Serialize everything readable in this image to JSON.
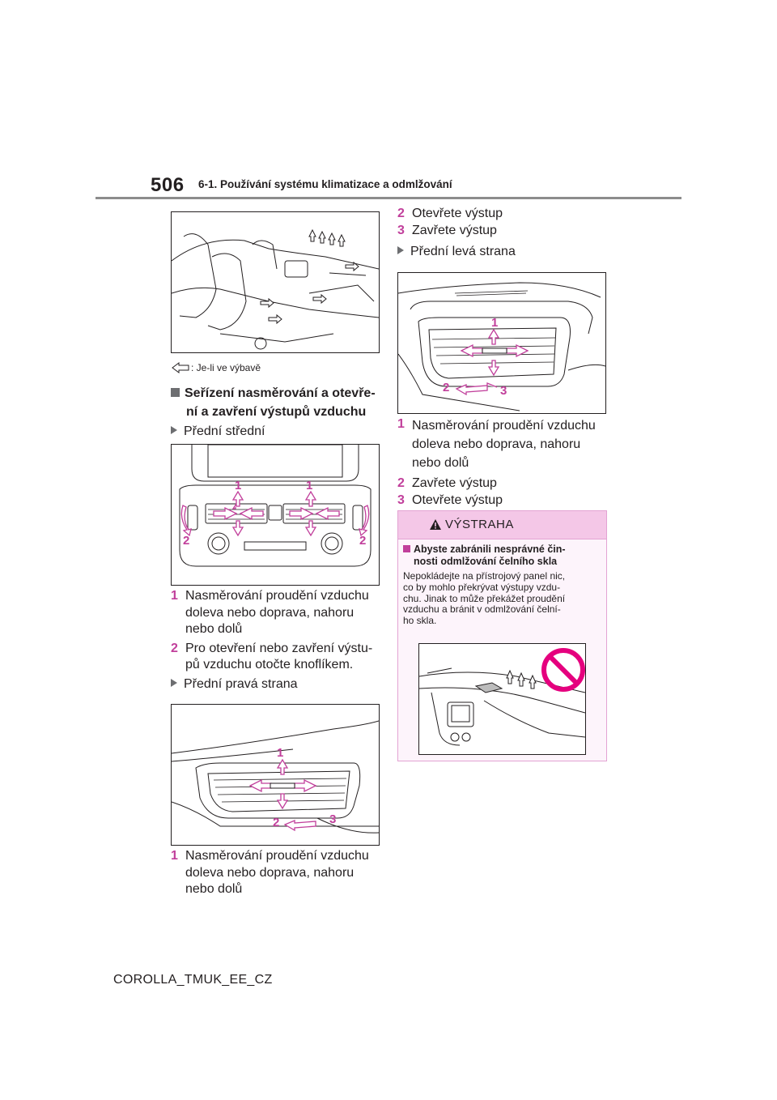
{
  "header": {
    "page_number": "506",
    "chapter": "6-1. Používání systému klimatizace a odmlžování"
  },
  "figures": {
    "legend": ": Je-li ve výbavě",
    "center": {
      "labels": [
        "1",
        "1",
        "2",
        "2"
      ]
    },
    "right": {
      "labels": [
        "1",
        "2",
        "3"
      ]
    },
    "left": {
      "labels": [
        "1",
        "2",
        "3"
      ]
    }
  },
  "left_column": {
    "heading_line1": "Seřízení nasměrování a otevře-",
    "heading_line2": "ní a zavření výstupů vzduchu",
    "sub_center": "Přední střední",
    "center_items": [
      {
        "num": "1",
        "lines": [
          "Nasměrování proudění vzduchu",
          "doleva nebo doprava, nahoru",
          "nebo dolů"
        ]
      },
      {
        "num": "2",
        "lines": [
          "Pro otevření nebo zavření výstu-",
          "pů vzduchu otočte knoflíkem."
        ]
      }
    ],
    "sub_right": "Přední pravá strana",
    "right_items": [
      {
        "num": "1",
        "lines": [
          "Nasměrování proudění vzduchu",
          "doleva nebo doprava, nahoru",
          "nebo dolů"
        ]
      }
    ]
  },
  "right_column": {
    "cont_items": [
      {
        "num": "2",
        "text": "Otevřete výstup"
      },
      {
        "num": "3",
        "text": "Zavřete výstup"
      }
    ],
    "sub_left": "Přední levá strana",
    "left_items": [
      {
        "num": "1",
        "lines": [
          "Nasměrování proudění vzduchu",
          "doleva nebo doprava, nahoru",
          "nebo dolů"
        ]
      },
      {
        "num": "2",
        "lines": [
          "Zavřete výstup"
        ]
      },
      {
        "num": "3",
        "lines": [
          "Otevřete výstup"
        ]
      }
    ]
  },
  "warning": {
    "title": "VÝSTRAHA",
    "sub_line1": "Abyste zabránili nesprávné čin-",
    "sub_line2": "nosti odmlžování čelního skla",
    "body_lines": [
      "Nepokládejte na přístrojový panel nic,",
      "co by mohlo překrývat výstupy vzdu-",
      "chu. Jinak to může překážet proudění",
      "vzduchu a bránit v odmlžování čelní-",
      "ho skla."
    ]
  },
  "footer": {
    "doc_id": "COROLLA_TMUK_EE_CZ"
  },
  "colors": {
    "accent_pink": "#c13f9b",
    "warning_fill": "#f4c7e7",
    "rule_gray": "#8c8c8c"
  }
}
